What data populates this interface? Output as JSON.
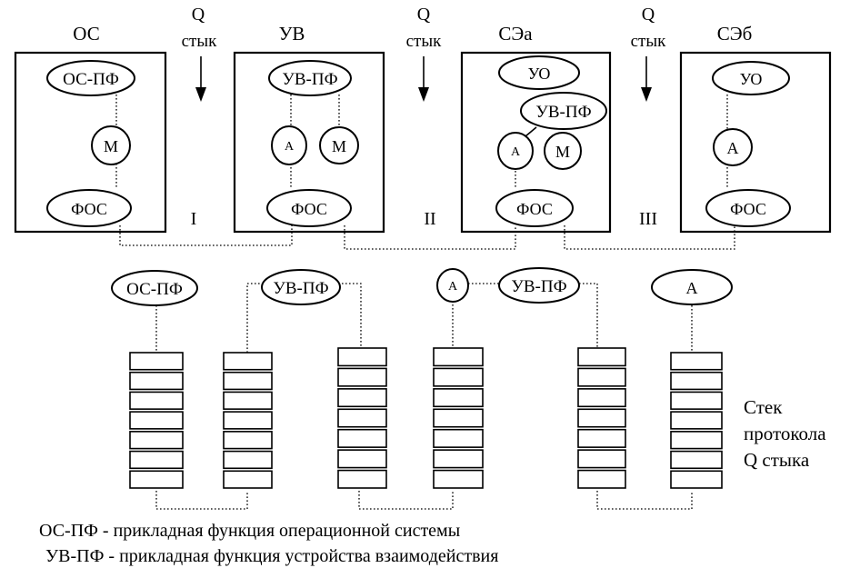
{
  "blocks": [
    {
      "title": "ОС"
    },
    {
      "title": "УВ"
    },
    {
      "title": "СЭа"
    },
    {
      "title": "СЭб"
    }
  ],
  "interfaces": [
    {
      "q": "Q",
      "word": "стык",
      "roman": "I"
    },
    {
      "q": "Q",
      "word": "стык",
      "roman": "II"
    },
    {
      "q": "Q",
      "word": "стык",
      "roman": "III"
    }
  ],
  "nodes": {
    "os_pf": "ОС-ПФ",
    "uv_pf": "УВ-ПФ",
    "fos": "ФОС",
    "m": "М",
    "a": "А",
    "uo": "УО"
  },
  "stack_label": [
    "Стек",
    "протокола",
    "Q стыка"
  ],
  "legend": [
    "ОС-ПФ - прикладная функция операционной системы",
    "УВ-ПФ - прикладная функция устройства взаимодействия"
  ]
}
